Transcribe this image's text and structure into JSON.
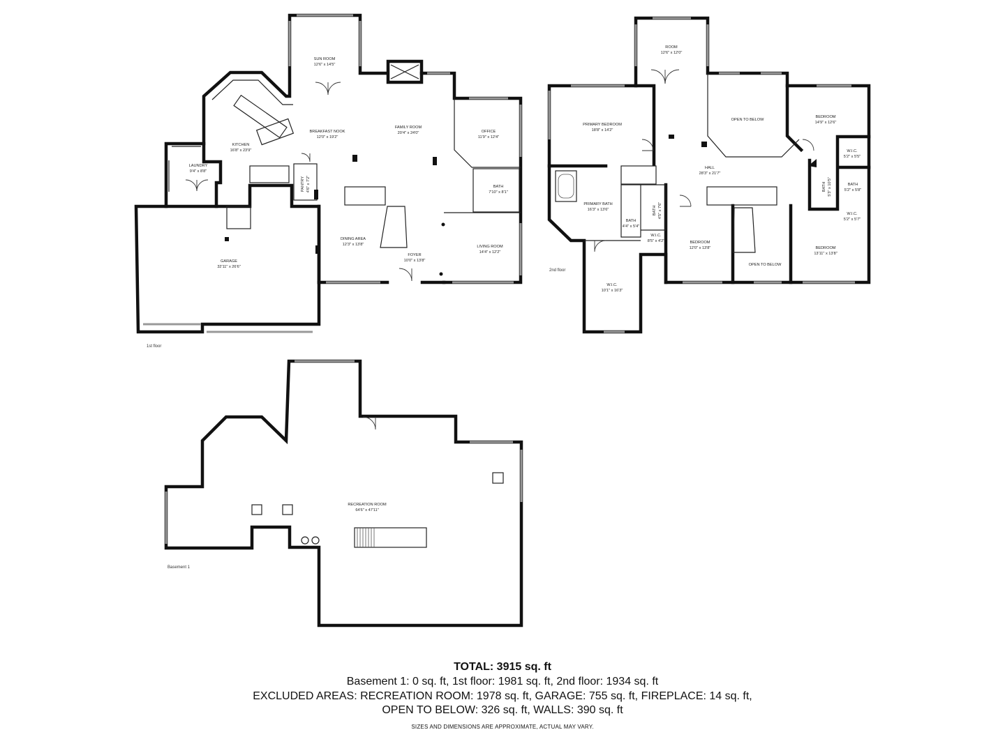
{
  "floors": [
    {
      "key": "first",
      "label": "1st floor"
    },
    {
      "key": "second",
      "label": "2nd floor"
    },
    {
      "key": "basement",
      "label": "Basement 1"
    }
  ],
  "rooms": [
    {
      "key": "sun_room",
      "name": "SUN ROOM",
      "dims": "12'6\" x 14'5\""
    },
    {
      "key": "breakfast_nook",
      "name": "BREAKFAST NOOK",
      "dims": "12'0\" x 19'2\""
    },
    {
      "key": "family_room",
      "name": "FAMILY ROOM",
      "dims": "20'4\" x 24'0\""
    },
    {
      "key": "kitchen",
      "name": "KITCHEN",
      "dims": "16'8\" x 23'9\""
    },
    {
      "key": "office",
      "name": "OFFICE",
      "dims": "11'9\" x 12'4\""
    },
    {
      "key": "laundry",
      "name": "LAUNDRY",
      "dims": "9'4\" x 8'8\""
    },
    {
      "key": "pantry",
      "name": "PANTRY",
      "dims": "4'6\" x 7'2\""
    },
    {
      "key": "bath_1f",
      "name": "BATH",
      "dims": "7'10\" x 8'1\""
    },
    {
      "key": "garage",
      "name": "GARAGE",
      "dims": "32'11\" x 26'6\""
    },
    {
      "key": "dining_area",
      "name": "DINING AREA",
      "dims": "12'3\" x 13'8\""
    },
    {
      "key": "foyer",
      "name": "FOYER",
      "dims": "10'0\" x 13'8\""
    },
    {
      "key": "living_room",
      "name": "LIVING ROOM",
      "dims": "14'4\" x 12'2\""
    },
    {
      "key": "room_2f",
      "name": "ROOM",
      "dims": "12'6\" x 12'0\""
    },
    {
      "key": "primary_bedroom",
      "name": "PRIMARY BEDROOM",
      "dims": "18'8\" x 14'2\""
    },
    {
      "key": "open_to_below_1",
      "name": "OPEN TO BELOW",
      "dims": ""
    },
    {
      "key": "bedroom_ne",
      "name": "BEDROOM",
      "dims": "14'9\" x 12'6\""
    },
    {
      "key": "wic_ne",
      "name": "W.I.C.",
      "dims": "5'2\" x 5'5\""
    },
    {
      "key": "hall",
      "name": "HALL",
      "dims": "28'3\" x 21'7\""
    },
    {
      "key": "bath_e1",
      "name": "BATH",
      "dims": "5'3\" x 10'5\""
    },
    {
      "key": "bath_e2",
      "name": "BATH",
      "dims": "5'2\" x 5'8\""
    },
    {
      "key": "wic_e",
      "name": "W.I.C.",
      "dims": "5'2\" x 5'7\""
    },
    {
      "key": "primary_bath",
      "name": "PRIMARY BATH",
      "dims": "16'3\" x 13'6\""
    },
    {
      "key": "bath_small",
      "name": "BATH",
      "dims": "4'4\" x 5'4\""
    },
    {
      "key": "bath_mid",
      "name": "BATH",
      "dims": "4'5\" x 7'6\""
    },
    {
      "key": "wic_small",
      "name": "W.I.C.",
      "dims": "8'5\" x 4'2\""
    },
    {
      "key": "bedroom_mid",
      "name": "BEDROOM",
      "dims": "12'0\" x 13'8\""
    },
    {
      "key": "open_to_below_2",
      "name": "OPEN TO BELOW",
      "dims": ""
    },
    {
      "key": "bedroom_se",
      "name": "BEDROOM",
      "dims": "13'11\" x 13'8\""
    },
    {
      "key": "wic_primary",
      "name": "W.I.C.",
      "dims": "10'1\" x 16'3\""
    },
    {
      "key": "recreation_room",
      "name": "RECREATION ROOM",
      "dims": "64'6\" x 47'11\""
    }
  ],
  "summary": {
    "total": "TOTAL: 3915 sq. ft",
    "line1": "Basement 1: 0 sq. ft, 1st floor: 1981 sq. ft, 2nd floor: 1934 sq. ft",
    "line2": "EXCLUDED AREAS: RECREATION ROOM: 1978 sq. ft, GARAGE: 755 sq. ft, FIREPLACE: 14 sq. ft,",
    "line3": "OPEN TO BELOW: 326 sq. ft, WALLS: 390 sq. ft",
    "disclaimer": "SIZES AND DIMENSIONS ARE APPROXIMATE, ACTUAL MAY VARY."
  }
}
